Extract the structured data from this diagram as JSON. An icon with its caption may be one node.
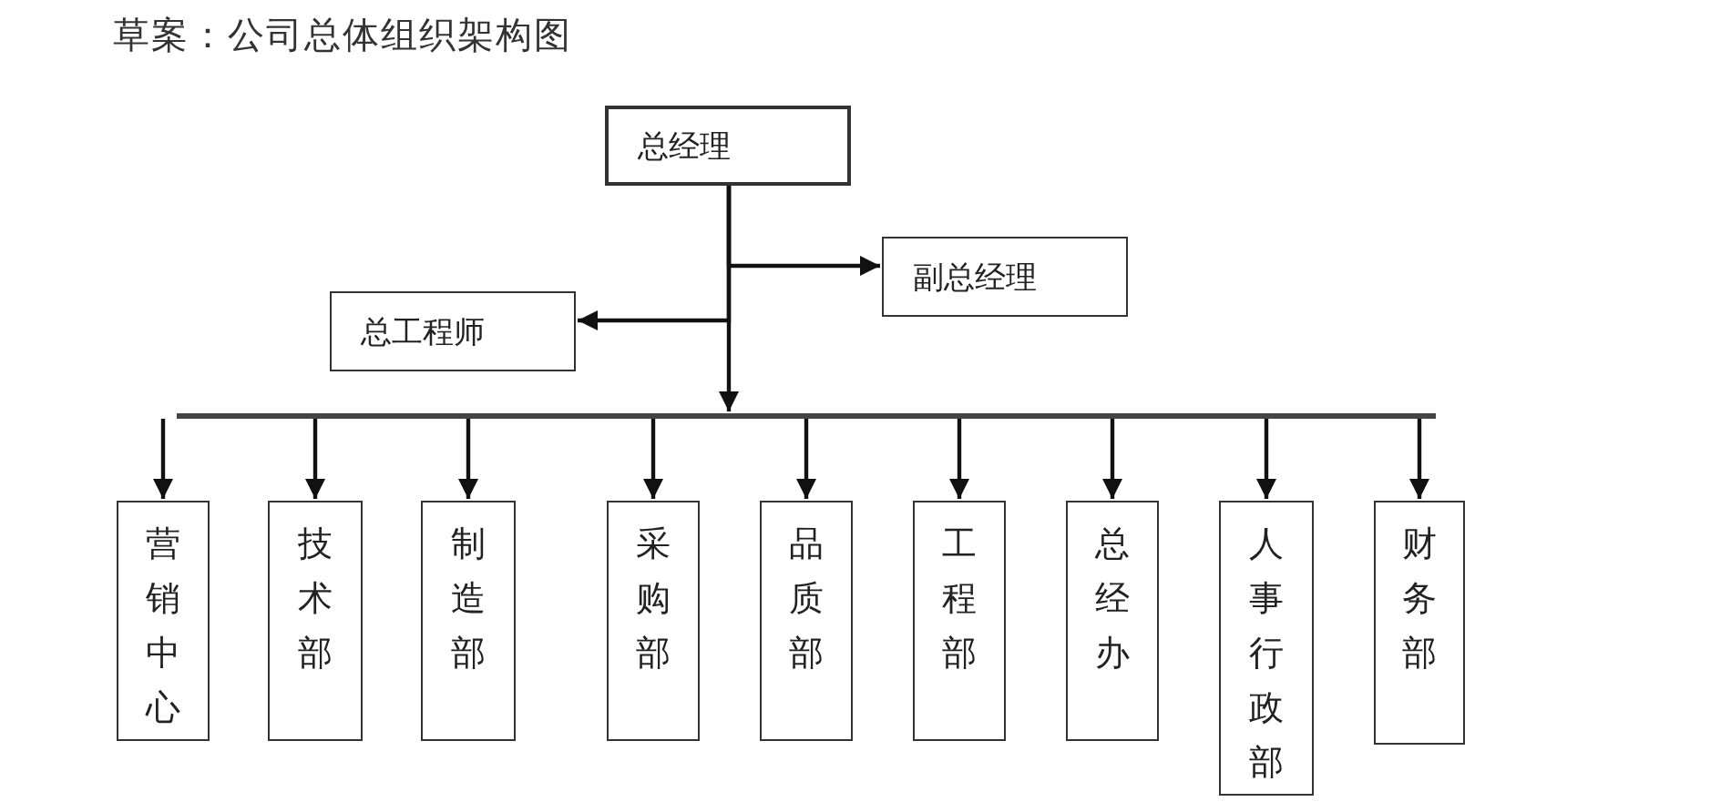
{
  "diagram": {
    "title": "草案：公司总体组织架构图",
    "nodes": [
      {
        "text": [
          "总经理"
        ]
      },
      {
        "text": [
          "副总经理"
        ]
      },
      {
        "text": [
          "总工程师"
        ]
      },
      {
        "text": [],
        "shape": "bar"
      },
      {
        "text": [
          "营销中心"
        ]
      },
      {
        "text": [
          "技术部"
        ]
      },
      {
        "text": [
          "制造部"
        ]
      },
      {
        "text": [
          "采购部"
        ]
      },
      {
        "text": [
          "品质部"
        ]
      },
      {
        "text": [
          "工程部"
        ]
      },
      {
        "text": [
          "总经办"
        ]
      },
      {
        "text": [
          "人事行政部"
        ]
      },
      {
        "text": [
          "财务部"
        ]
      }
    ],
    "edges": [
      {
        "from": 0,
        "to": 1,
        "arrow": "to"
      },
      {
        "from": 0,
        "to": 2,
        "arrow": "to"
      },
      {
        "from": 0,
        "to": 3,
        "arrow": "to"
      },
      {
        "from": 3,
        "to": 4,
        "arrow": "to"
      },
      {
        "from": 3,
        "to": 5,
        "arrow": "to"
      },
      {
        "from": 3,
        "to": 6,
        "arrow": "to"
      },
      {
        "from": 3,
        "to": 7,
        "arrow": "to"
      },
      {
        "from": 3,
        "to": 8,
        "arrow": "to"
      },
      {
        "from": 3,
        "to": 9,
        "arrow": "to"
      },
      {
        "from": 3,
        "to": 10,
        "arrow": "to"
      },
      {
        "from": 3,
        "to": 11,
        "arrow": "to"
      },
      {
        "from": 3,
        "to": 12,
        "arrow": "to"
      }
    ]
  }
}
